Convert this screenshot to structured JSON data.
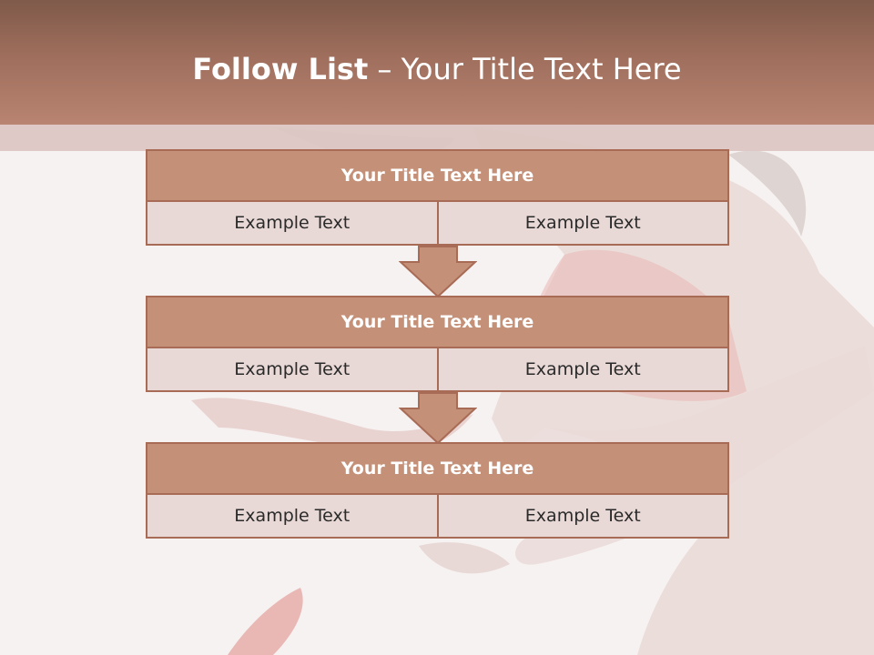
{
  "slide": {
    "title_bold": "Follow List",
    "title_rest": " – Your Title Text Here"
  },
  "steps": [
    {
      "title": "Your Title Text Here",
      "left": "Example Text",
      "right": "Example Text"
    },
    {
      "title": "Your Title Text Here",
      "left": "Example Text",
      "right": "Example Text"
    },
    {
      "title": "Your Title Text Here",
      "left": "Example Text",
      "right": "Example Text"
    }
  ],
  "colors": {
    "header": "#9f6e5c",
    "box_head": "#c49078",
    "box_border": "#a86b56",
    "box_cell": "#e9d9d6",
    "arrow": "#c49078"
  }
}
